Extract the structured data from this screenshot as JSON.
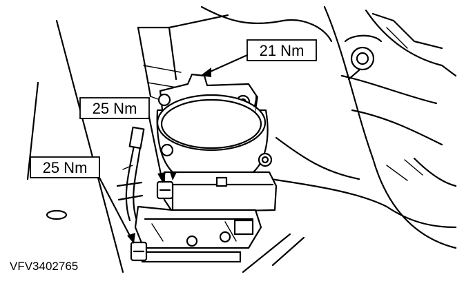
{
  "callouts": {
    "top": "21 Nm",
    "middle": "25 Nm",
    "lower": "25 Nm"
  },
  "reference_code": "VFV3402765"
}
